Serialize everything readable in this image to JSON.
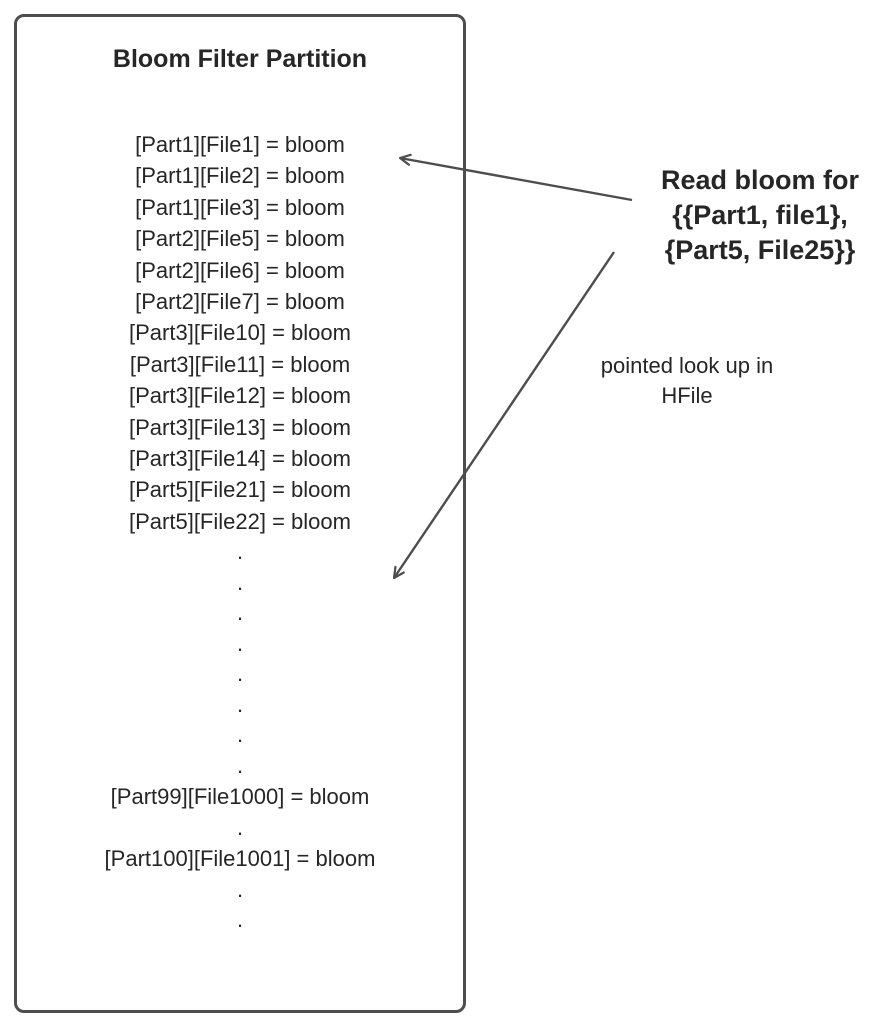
{
  "box": {
    "title": "Bloom Filter Partition",
    "entries": [
      "[Part1][File1] = bloom",
      "[Part1][File2] = bloom",
      "[Part1][File3] = bloom",
      "[Part2][File5] = bloom",
      "[Part2][File6] = bloom",
      "[Part2][File7] = bloom",
      "[Part3][File10] = bloom",
      "[Part3][File11] = bloom",
      "[Part3][File12] = bloom",
      "[Part3][File13] = bloom",
      "[Part3][File14] = bloom",
      "[Part5][File21] = bloom",
      "[Part5][File22] = bloom"
    ],
    "dot": ".",
    "entry_part99": "[Part99][File1000] = bloom",
    "entry_part100": "[Part100][File1001] = bloom"
  },
  "annotations": {
    "read_bloom_line1": "Read bloom for",
    "read_bloom_line2": "{{Part1, file1},",
    "read_bloom_line3": "{Part5, File25}}",
    "lookup_line1": "pointed look up in",
    "lookup_line2": "HFile"
  },
  "colors": {
    "stroke": "#4d4d4d",
    "text": "#262626"
  }
}
